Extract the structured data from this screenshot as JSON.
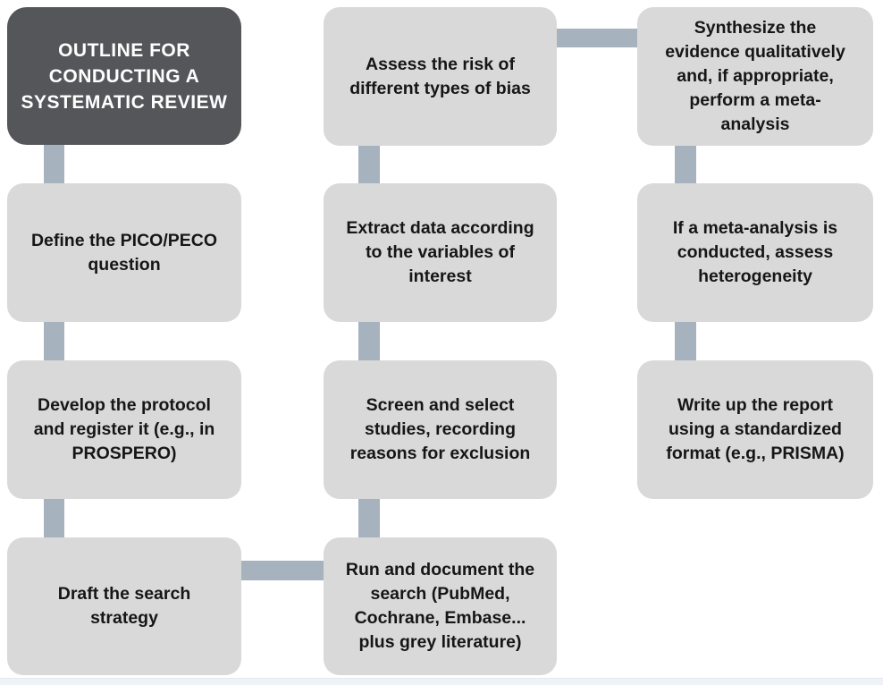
{
  "diagram": {
    "nodes": {
      "title": {
        "label": "OUTLINE FOR\nCONDUCTING A\nSYSTEMATIC REVIEW"
      },
      "define": {
        "label": "Define the PICO/PECO\nquestion"
      },
      "protocol": {
        "label": "Develop the protocol\nand register it (e.g., in\nPROSPERO)"
      },
      "draft": {
        "label": "Draft the search\nstrategy"
      },
      "run": {
        "label": "Run and document the\nsearch (PubMed,\nCochrane, Embase...\nplus grey literature)"
      },
      "screen": {
        "label": "Screen and select\nstudies, recording\nreasons for exclusion"
      },
      "extract": {
        "label": "Extract data according\nto the variables of\ninterest"
      },
      "assess": {
        "label": "Assess the risk of\ndifferent types of bias"
      },
      "synthesize": {
        "label": "Synthesize the\nevidence qualitatively\nand, if appropriate,\nperform a meta-\nanalysis"
      },
      "heterogeneity": {
        "label": "If a meta-analysis is\nconducted, assess\nheterogeneity"
      },
      "report": {
        "label": "Write up the report\nusing a standardized\nformat (e.g., PRISMA)"
      }
    },
    "flow_order": [
      "title",
      "define",
      "protocol",
      "draft",
      "run",
      "screen",
      "extract",
      "assess",
      "synthesize",
      "heterogeneity",
      "report"
    ]
  },
  "colors": {
    "background": "#ffffff",
    "title_box_bg": "#555659",
    "title_box_text": "#ffffff",
    "step_box_bg": "#d9d9d9",
    "step_box_text": "#161616",
    "connector": "#a7b2bf",
    "footer_strip": "#eff3f7"
  }
}
